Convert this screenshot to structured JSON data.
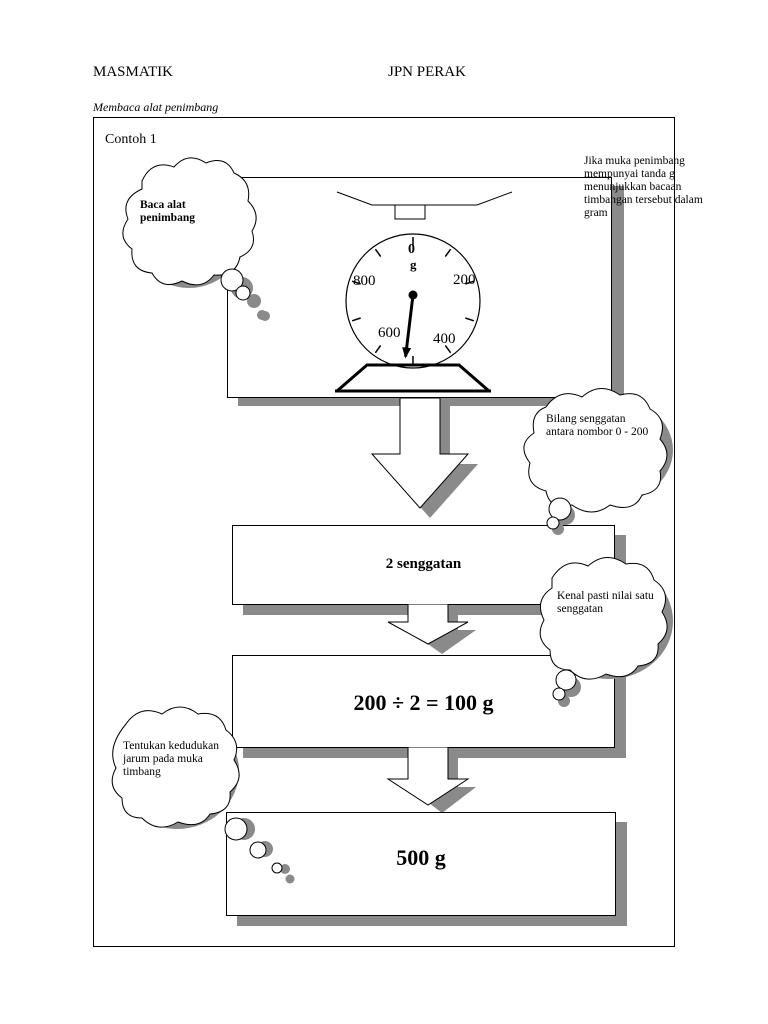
{
  "header": {
    "left": "MASMATIK",
    "center": "JPN PERAK"
  },
  "subtitle": "Membaca alat penimbang",
  "example_label": "Contoh 1",
  "note_text": "Jika muka penimbang mempunyai tanda g menunjukkan bacaan timbangan tersebut dalam gram",
  "scale": {
    "zero_label": "0",
    "unit_label": "g",
    "labels": [
      "200",
      "400",
      "600",
      "800"
    ],
    "reading_g": 500
  },
  "bubbles": {
    "read_scale": "Baca alat penimbang",
    "count_divisions": "Bilang senggatan antara nombor  0 - 200",
    "division_value": "Kenal pasti nilai satu senggatan",
    "pointer_position": "Tentukan kedudukan jarum pada muka timbang"
  },
  "steps": {
    "divisions": "2 senggatan",
    "calculation": "200 ÷ 2 = 100 g",
    "result": "500 g"
  }
}
